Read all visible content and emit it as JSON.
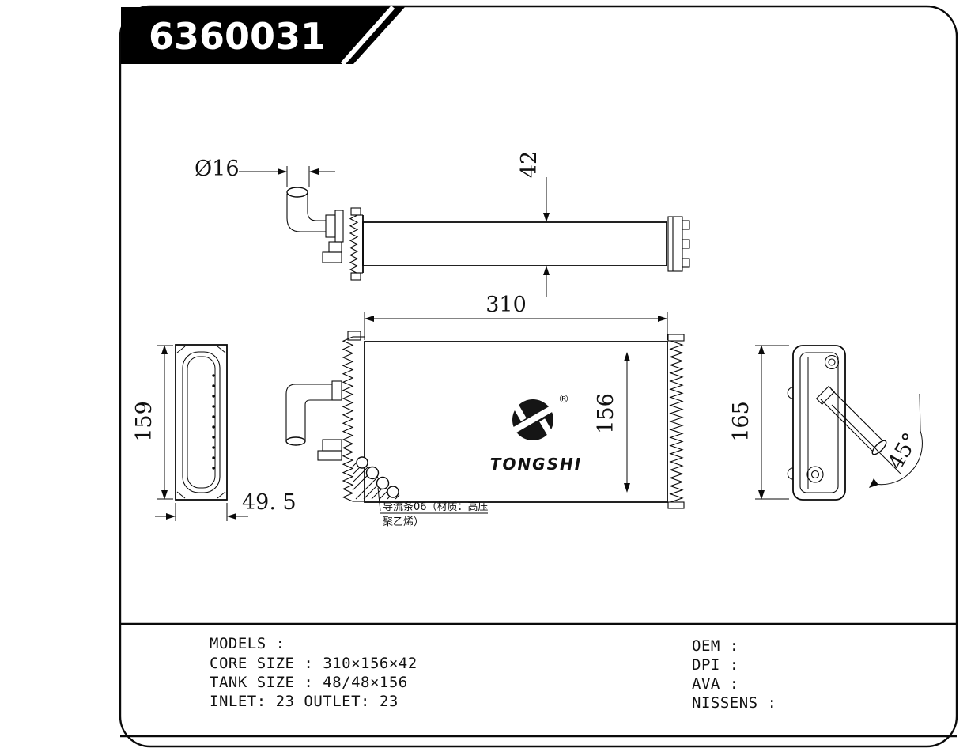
{
  "banner": {
    "part_number": "6360031"
  },
  "dimensions": {
    "pipe_diameter": "Ø16",
    "depth": "42",
    "width": "310",
    "height": "156",
    "left_view_height": "159",
    "left_view_width": "49. 5",
    "right_view_height": "165",
    "pipe_angle": "45°"
  },
  "logo": {
    "brand": "TONGSHI",
    "registered": "®"
  },
  "callout": {
    "line1": "导流条06（材质：高压",
    "line2": "聚乙烯）"
  },
  "specs": {
    "models": "MODELS :",
    "core_size": "CORE SIZE : 310×156×42",
    "tank_size": "TANK SIZE : 48/48×156",
    "inlet_outlet": "INLET: 23 OUTLET: 23",
    "oem": "OEM :",
    "dpi": "DPI :",
    "ava": "AVA :",
    "nissens": "NISSENS :"
  },
  "colors": {
    "ink": "#0a0a0a",
    "banner_bg": "#000000",
    "paper": "#ffffff"
  }
}
